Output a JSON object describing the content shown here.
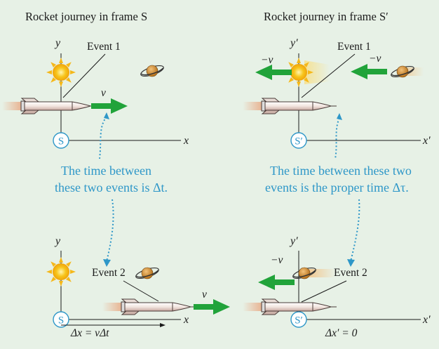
{
  "left": {
    "title": "Rocket journey in frame S",
    "axis_x": "x",
    "axis_y": "y",
    "frame": "S",
    "event1": "Event 1",
    "event2": "Event 2",
    "velocity": "v",
    "caption": [
      "The time between",
      "these two events is Δt."
    ],
    "displacement": "Δx = vΔt"
  },
  "right": {
    "title": "Rocket journey in frame S′",
    "axis_x": "x′",
    "axis_y": "y′",
    "frame": "S′",
    "event1": "Event 1",
    "event2": "Event 2",
    "velocity_sun": "−v",
    "velocity_planet": "−v",
    "velocity_planet2": "−v",
    "caption": [
      "The time between these two",
      "events is the proper time Δτ."
    ],
    "displacement": "Δx′ = 0"
  },
  "colors": {
    "background": "#e7f1e6",
    "caption": "#2e97c8",
    "velocity_arrow": "#21a33a",
    "sun": "#f7c51c",
    "planet": "#c98a2a"
  },
  "icons": [
    "sun-icon",
    "planet-icon",
    "rocket-icon",
    "velocity-arrow-icon"
  ]
}
